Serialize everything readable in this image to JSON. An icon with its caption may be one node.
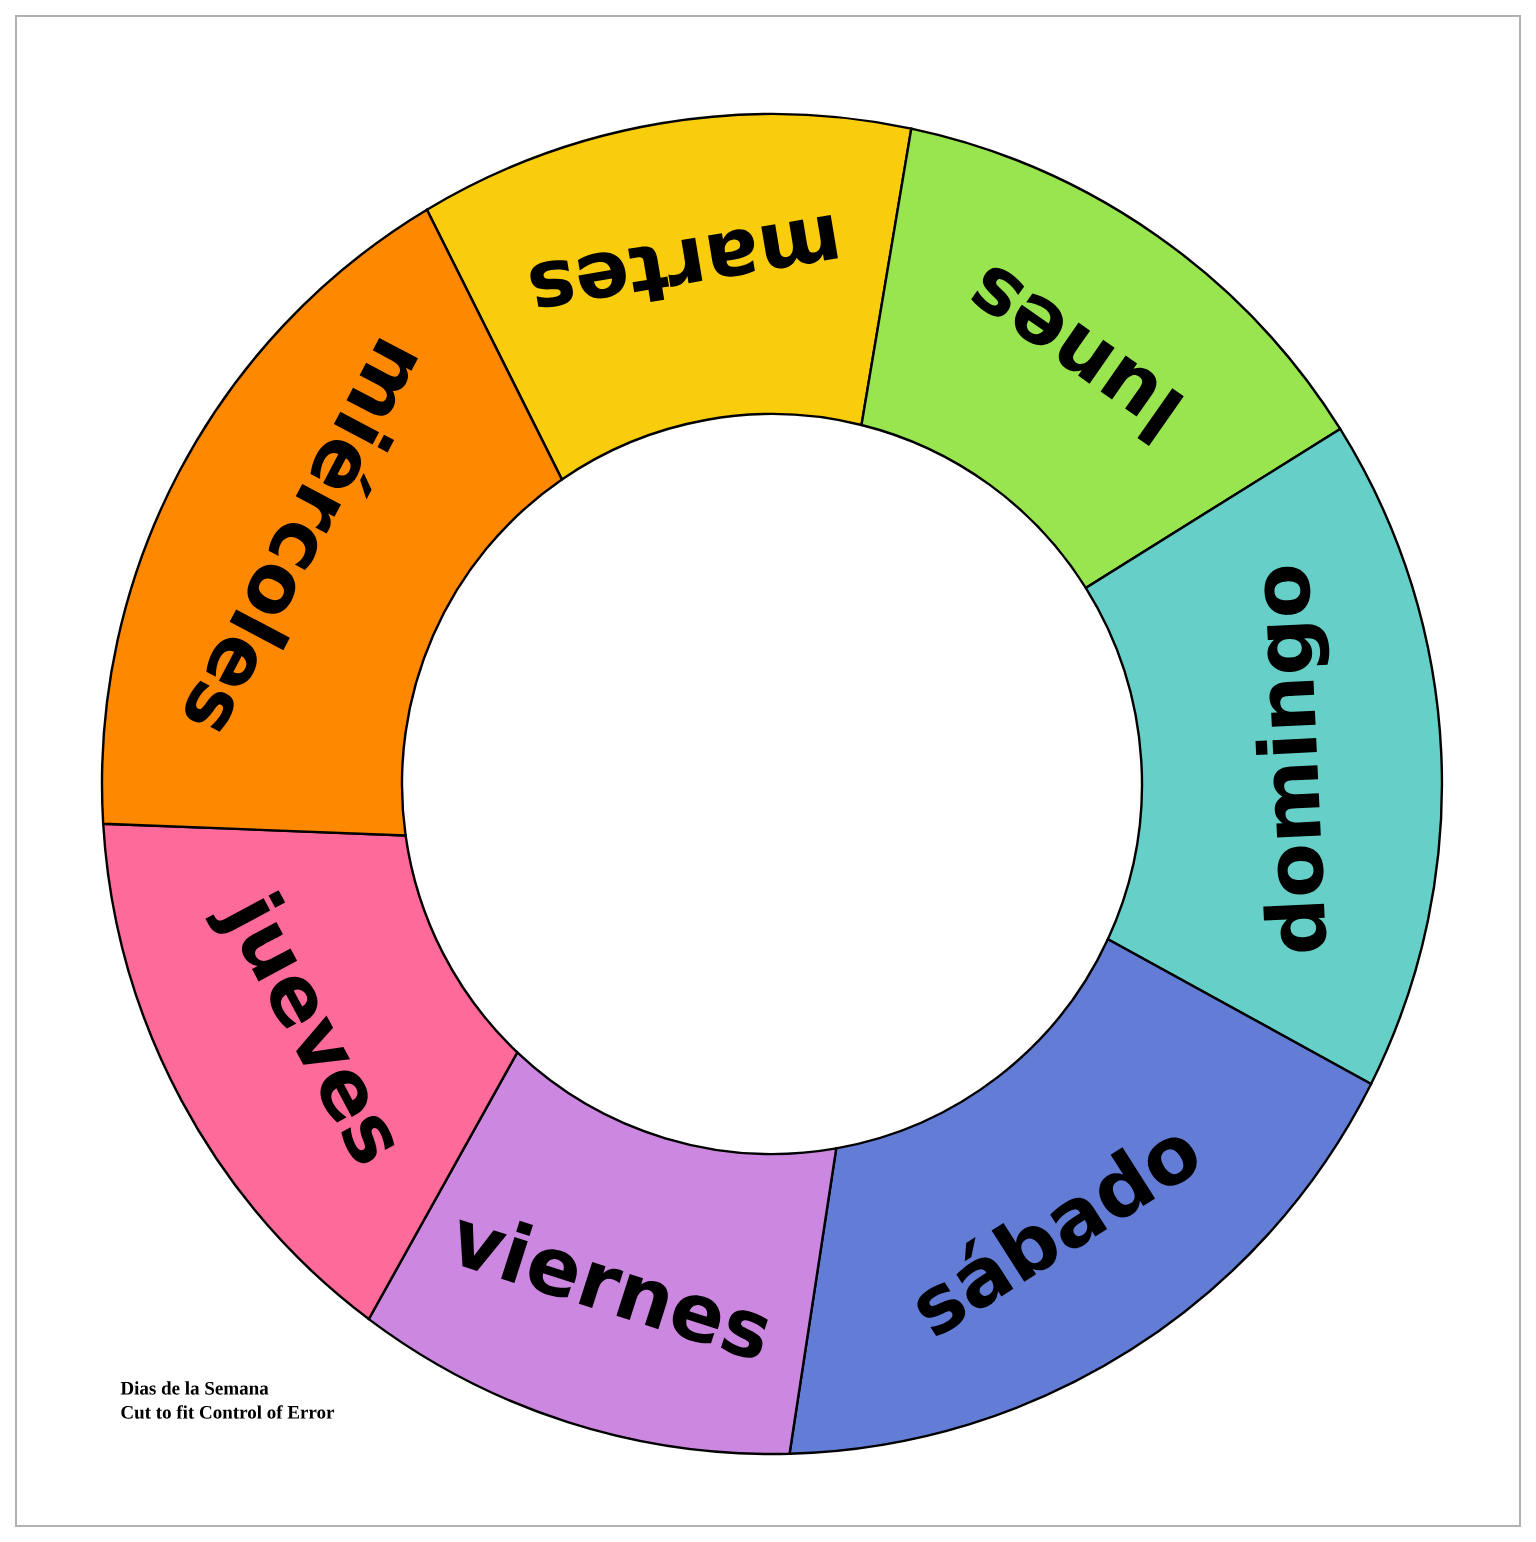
{
  "diagram": {
    "nodes": [
      {
        "text": [
          "martes"
        ]
      },
      {
        "text": [
          "lunes"
        ]
      },
      {
        "text": [
          "domingo"
        ]
      },
      {
        "text": [
          "sábado"
        ]
      },
      {
        "text": [
          "viernes"
        ]
      },
      {
        "text": [
          "jueves"
        ]
      },
      {
        "text": [
          "miércoles"
        ]
      }
    ],
    "labels": [
      "Dias de la Semana",
      "Cut to fit Control of Error"
    ]
  }
}
